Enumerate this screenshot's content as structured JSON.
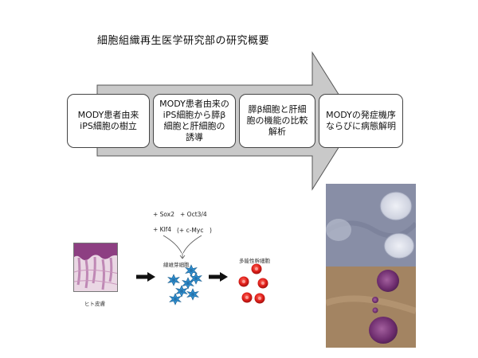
{
  "title": "細胞組織再生医学研究部の研究概要",
  "steps": [
    {
      "label": "MODY患者由来\niPS細胞の樹立"
    },
    {
      "label": "MODY患者由来の\niPS細胞から膵β\n細胞と肝細胞の\n誘導"
    },
    {
      "label": "膵β細胞と肝細\n胞の機能の比較\n解析"
    },
    {
      "label": "MODYの発症機序\nならびに病態解明"
    }
  ],
  "factors": {
    "sox2": "+ Sox2",
    "oct34": "+ Oct3/4",
    "klf4": "+ Klf4",
    "cmyc": "(+ c-Myc　)"
  },
  "labels": {
    "fibroblast": "線維芽細胞",
    "ips": "多能性幹細胞",
    "skin": "ヒト皮膚"
  },
  "colors": {
    "arrow_fill": "#c9c9c9",
    "arrow_stroke": "#555555",
    "fibroblast": "#2f8fd0",
    "ips_cell": "#e0201b"
  }
}
